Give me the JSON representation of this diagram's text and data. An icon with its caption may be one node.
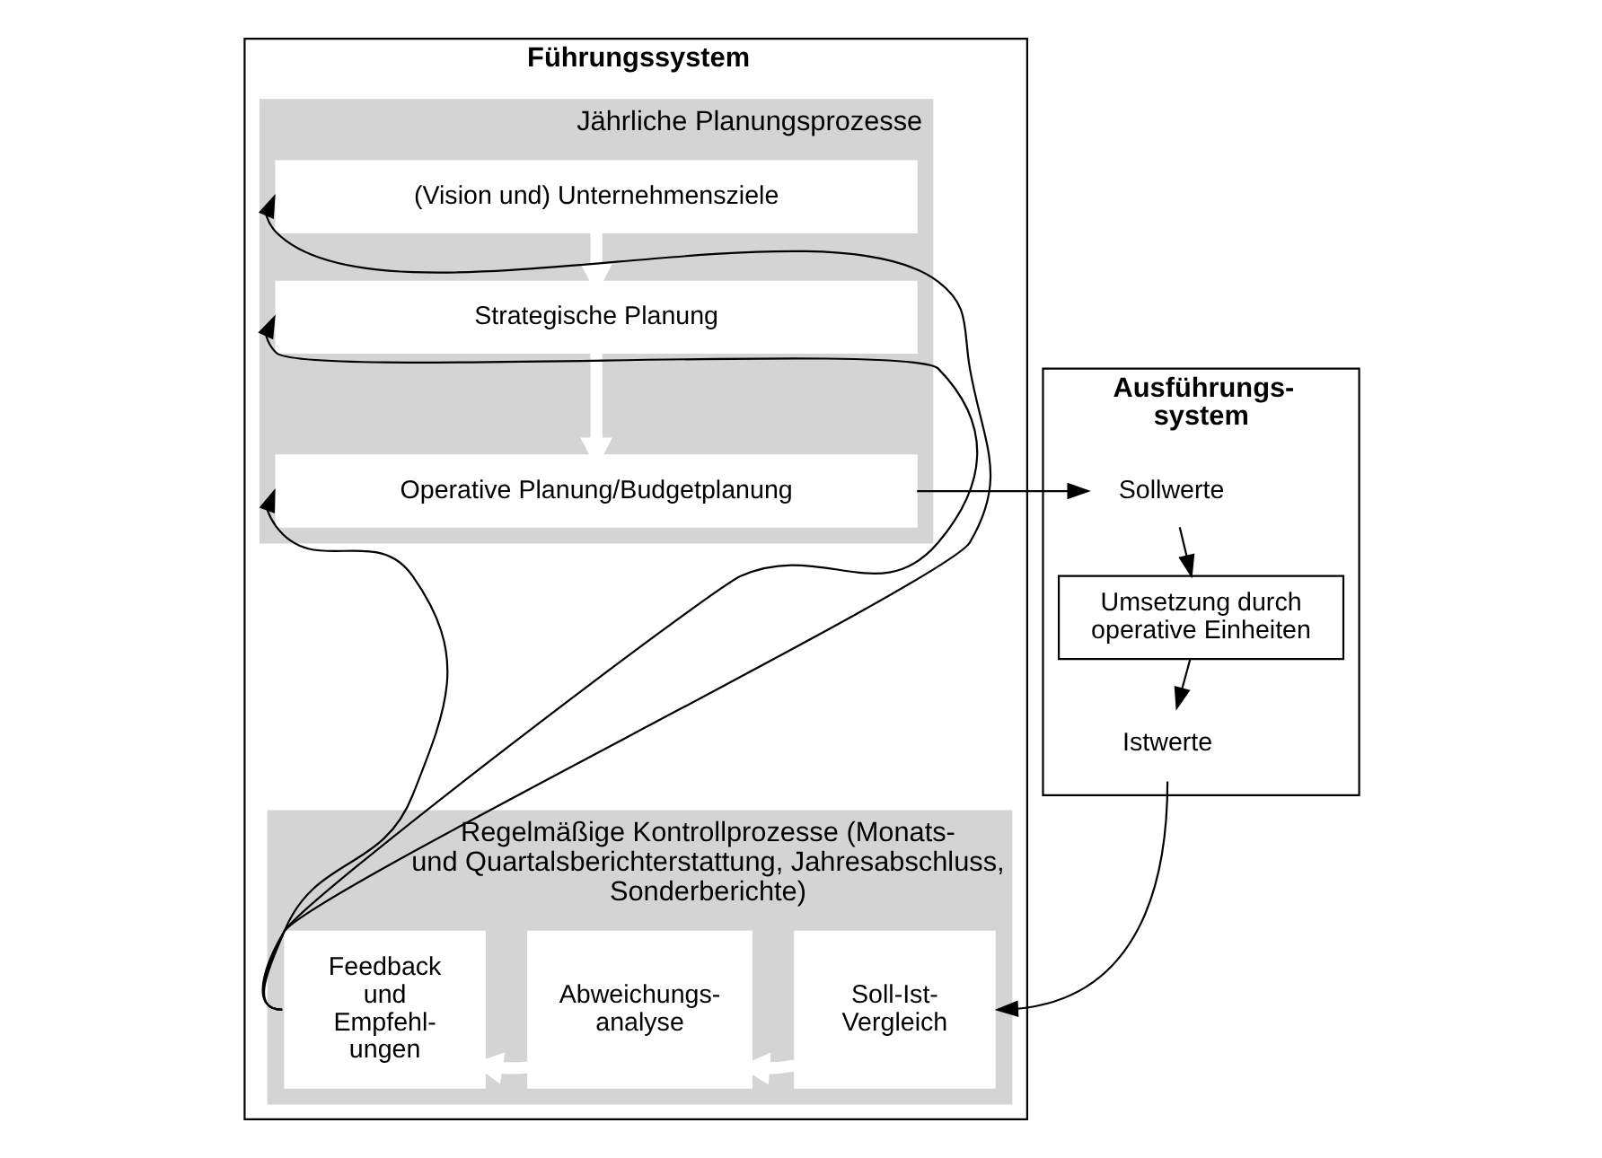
{
  "diagram": {
    "nodes": [
      {
        "text": [
          "Führungssystem"
        ]
      },
      {
        "text": [
          "Jährliche Planungsprozesse"
        ],
        "in": 0
      },
      {
        "text": [
          "(Vision und) Unternehmensziele"
        ],
        "in": 1
      },
      {
        "text": [
          "Strategische Planung"
        ],
        "in": 1
      },
      {
        "text": [
          "Operative Planung/Budgetplanung"
        ],
        "in": 1
      },
      {
        "text": [
          "Regelmäßige Kontrollprozesse (Monats- und Quartalsberichterstattung, Jahresabschluss, Sonderberichte)"
        ],
        "in": 0
      },
      {
        "text": [
          "Feedback und Empfehl- ungen"
        ],
        "in": 5
      },
      {
        "text": [
          "Abweichungs- analyse"
        ],
        "in": 5
      },
      {
        "text": [
          "Soll-Ist- Vergleich"
        ],
        "in": 5
      },
      {
        "text": [
          "Ausführungs- system"
        ]
      },
      {
        "text": [
          "Sollwerte"
        ],
        "in": 9
      },
      {
        "text": [
          "Umsetzung durch operative Einheiten"
        ],
        "in": 9
      },
      {
        "text": [
          "Istwerte"
        ],
        "in": 9
      }
    ],
    "edges": [
      {
        "from": 2,
        "to": 3,
        "arrow": "to",
        "style": "thick",
        "color": "#ffffff"
      },
      {
        "from": 3,
        "to": 4,
        "arrow": "to",
        "style": "thick",
        "color": "#ffffff"
      },
      {
        "from": 4,
        "to": 10,
        "arrow": "to"
      },
      {
        "from": 10,
        "to": 11,
        "arrow": "to"
      },
      {
        "from": 11,
        "to": 12,
        "arrow": "to"
      },
      {
        "from": 12,
        "to": 8,
        "arrow": "to"
      },
      {
        "from": 8,
        "to": 7,
        "arrow": "to",
        "style": "thick",
        "color": "#ffffff"
      },
      {
        "from": 7,
        "to": 6,
        "arrow": "to",
        "style": "thick",
        "color": "#ffffff"
      },
      {
        "from": 6,
        "to": 2,
        "arrow": "to"
      },
      {
        "from": 6,
        "to": 3,
        "arrow": "to"
      },
      {
        "from": 6,
        "to": 4,
        "arrow": "to"
      }
    ]
  }
}
